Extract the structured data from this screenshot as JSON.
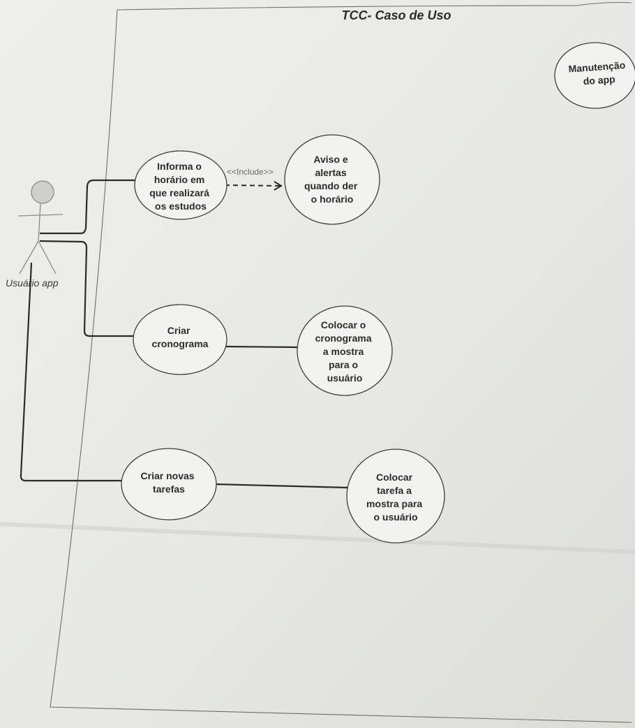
{
  "diagram": {
    "title": "TCC- Caso de Uso",
    "actor": {
      "name": "Usuário app"
    },
    "use_cases": {
      "informa_horario": [
        "Informa o",
        "horário em",
        "que realizará",
        "os estudos"
      ],
      "aviso_alertas": [
        "Aviso e",
        "alertas",
        "quando der",
        "o horário"
      ],
      "criar_cronograma": [
        "Criar",
        "cronograma"
      ],
      "colocar_cronograma": [
        "Colocar o",
        "cronograma",
        "a mostra",
        "para o",
        "usuário"
      ],
      "criar_tarefas": [
        "Criar novas",
        "tarefas"
      ],
      "colocar_tarefa": [
        "Colocar",
        "tarefa a",
        "mostra para",
        "o usuário"
      ],
      "manutencao": [
        "Manutenção",
        "do app"
      ]
    },
    "relations": {
      "include_label": "<<Include>>"
    }
  }
}
